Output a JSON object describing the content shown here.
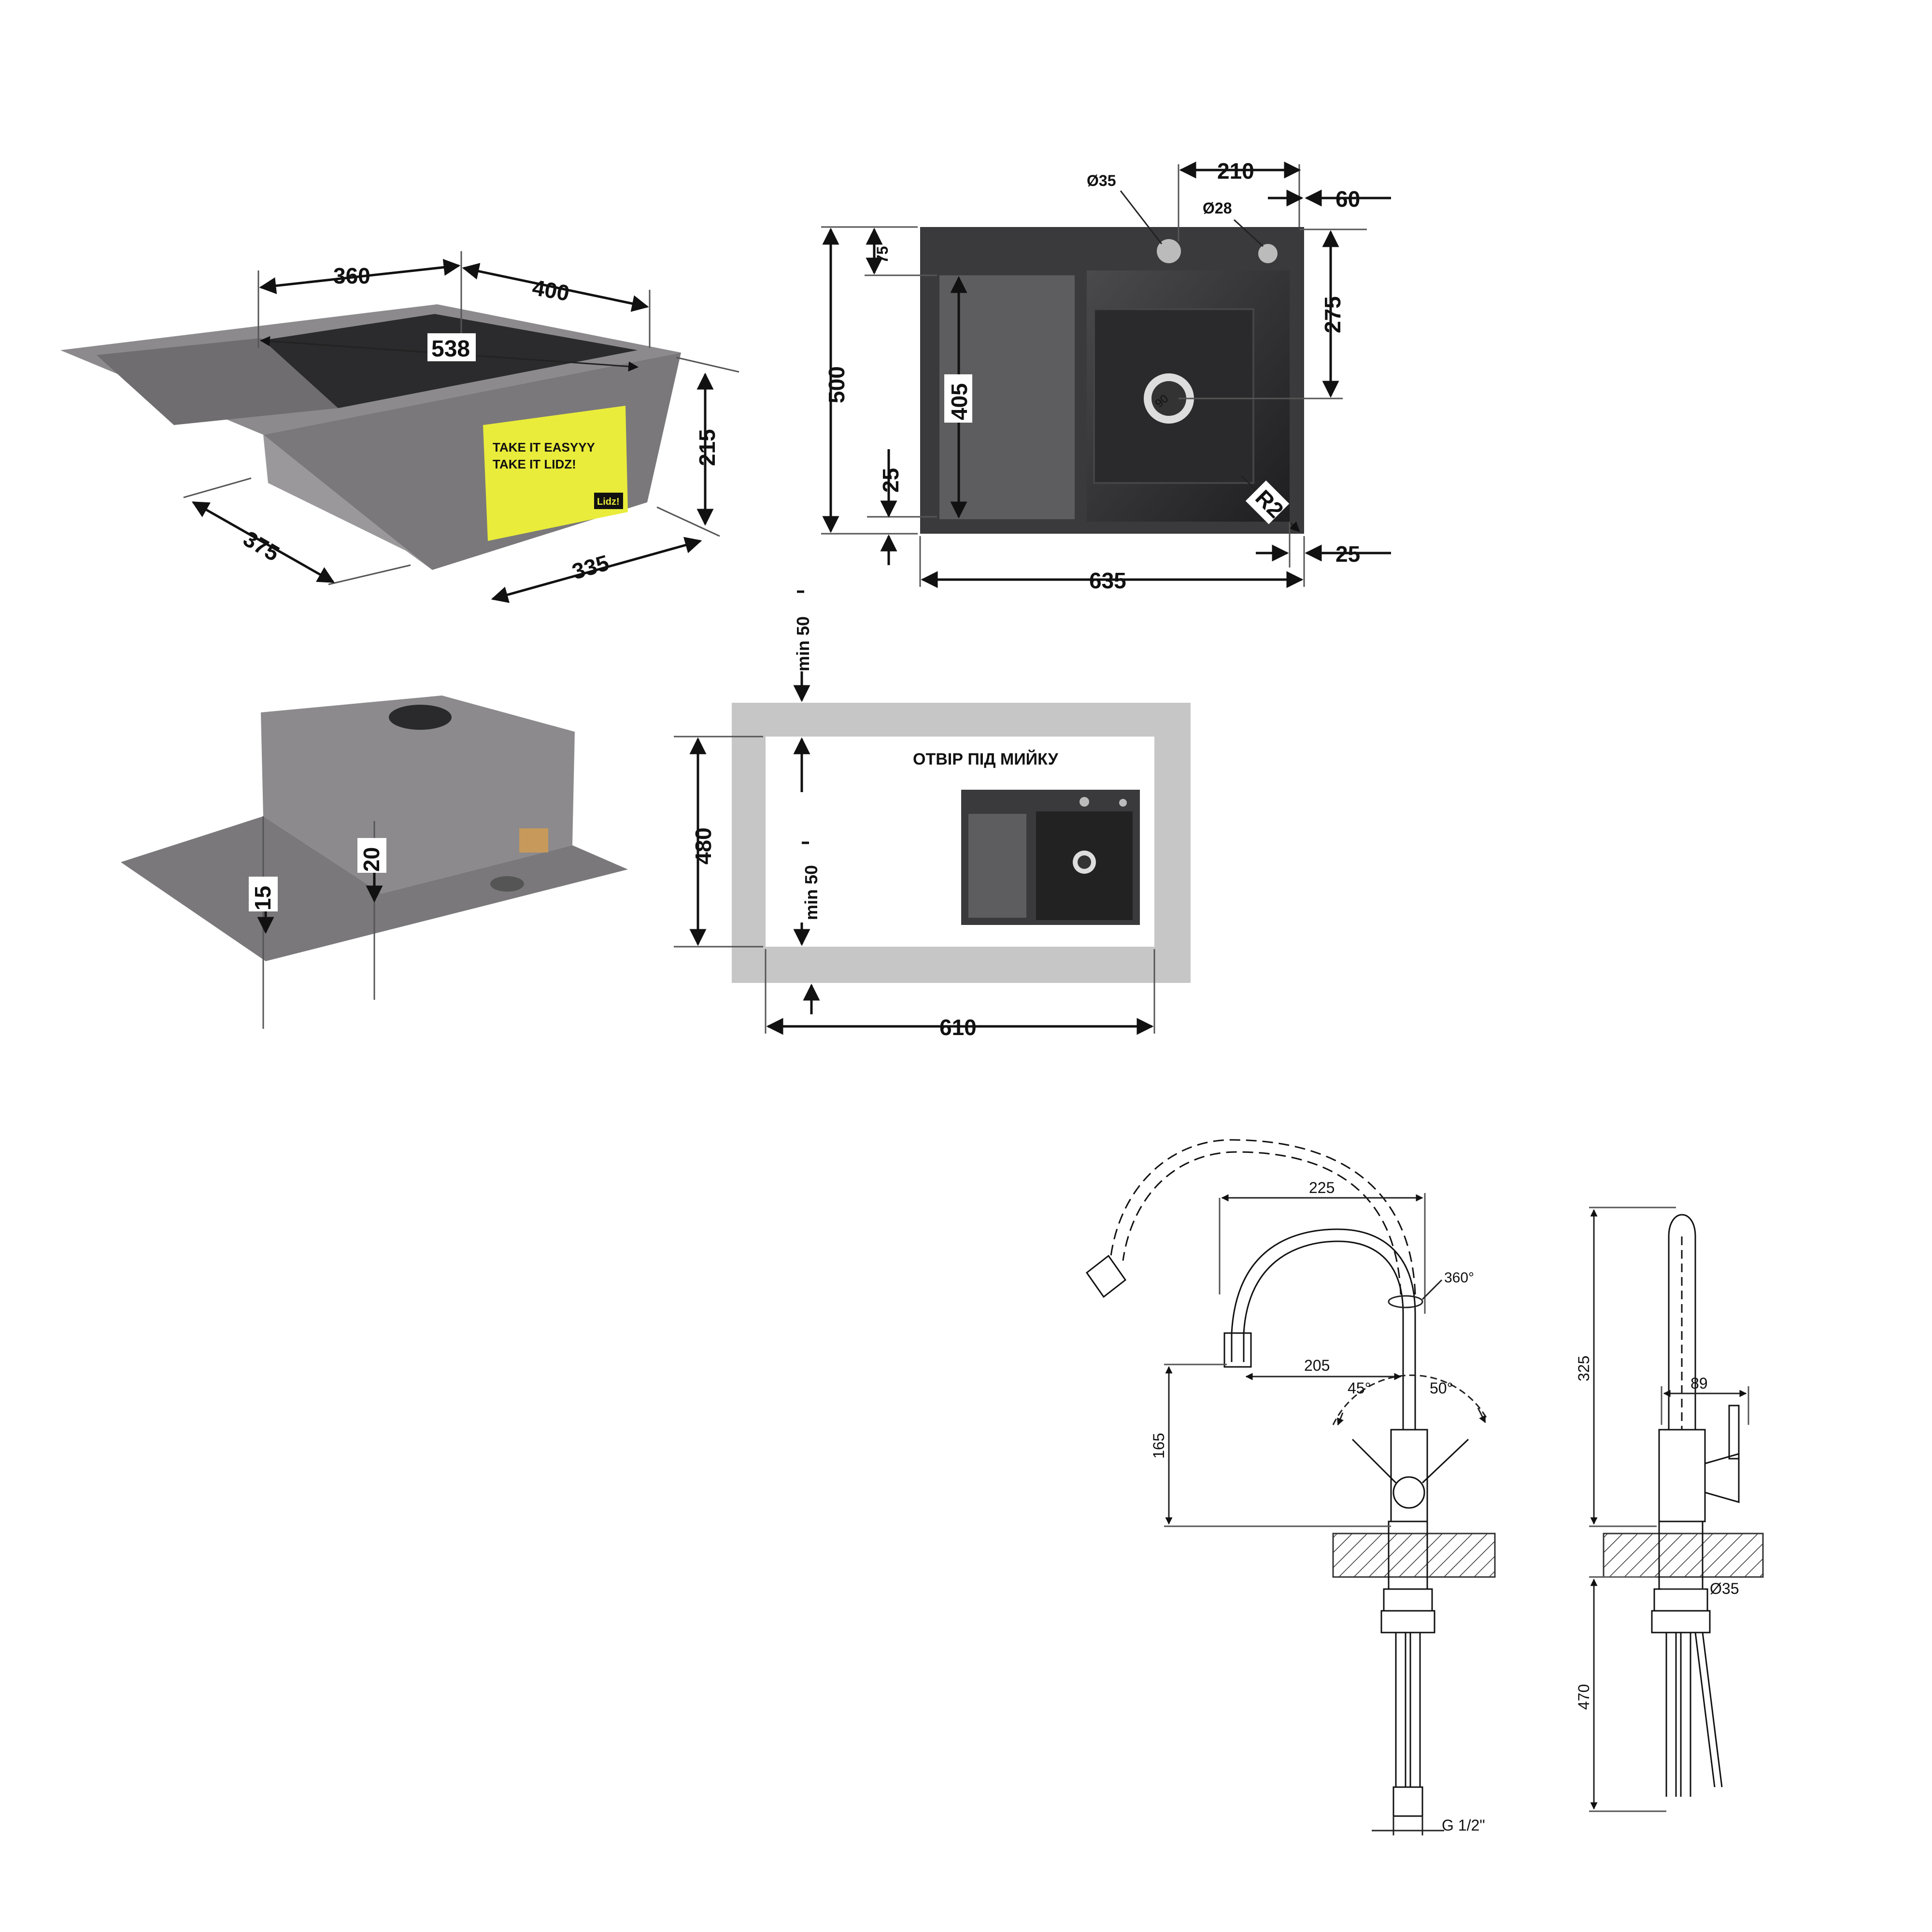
{
  "iso_top": {
    "length_left": "360",
    "length_right": "400",
    "diagonal": "538",
    "height": "215",
    "depth": "375",
    "bowl_width": "335"
  },
  "label": {
    "line1": "TAKE IT EASYYY",
    "line2": "TAKE IT LIDZ!",
    "brand": "Lidz!"
  },
  "top_view": {
    "hole1": "Ø35",
    "hole2": "Ø28",
    "between_holes": "210",
    "edge_offset": "60",
    "height": "500",
    "top_offset": "75",
    "bowl_height": "275",
    "inner_height": "405",
    "bottom_offset": "25",
    "drain": "90",
    "radius": "R2",
    "right_offset": "25",
    "width": "635"
  },
  "iso_bottom": {
    "edge_height": "20",
    "flange_height": "15"
  },
  "cutout": {
    "title": "ОТВІР ПІД МИЙКУ",
    "min_top": "min 50",
    "min_inner": "min 50",
    "height": "480",
    "width": "610"
  },
  "faucet_front": {
    "reach": "225",
    "rotation": "360°",
    "spout_reach": "205",
    "angle_left": "45°",
    "angle_right": "50°",
    "spout_height": "165",
    "thread": "G 1/2\""
  },
  "faucet_side": {
    "total_height": "325",
    "lever_offset": "89",
    "hole": "Ø35",
    "hose_length": "470"
  }
}
